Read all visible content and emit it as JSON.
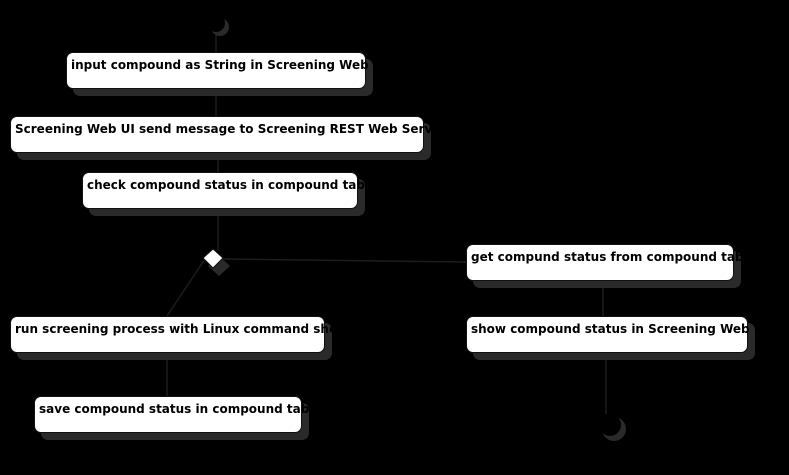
{
  "diagram": {
    "activities": {
      "input_compound": "input compound as String in Screening Web UI",
      "send_message": "Screening Web UI send message to Screening REST Web Service",
      "check_status": "check compound status in compound table",
      "run_screening": "run screening process with Linux command shell",
      "save_status": "save compound status in compound table",
      "get_status": "get compund status from compound table",
      "show_status": "show compound status in Screening Web UI"
    },
    "colors": {
      "background": "#000000",
      "node_fill": "#ffffff",
      "shadow": "#2a2a2a",
      "edge": "#1c1c1c"
    }
  }
}
